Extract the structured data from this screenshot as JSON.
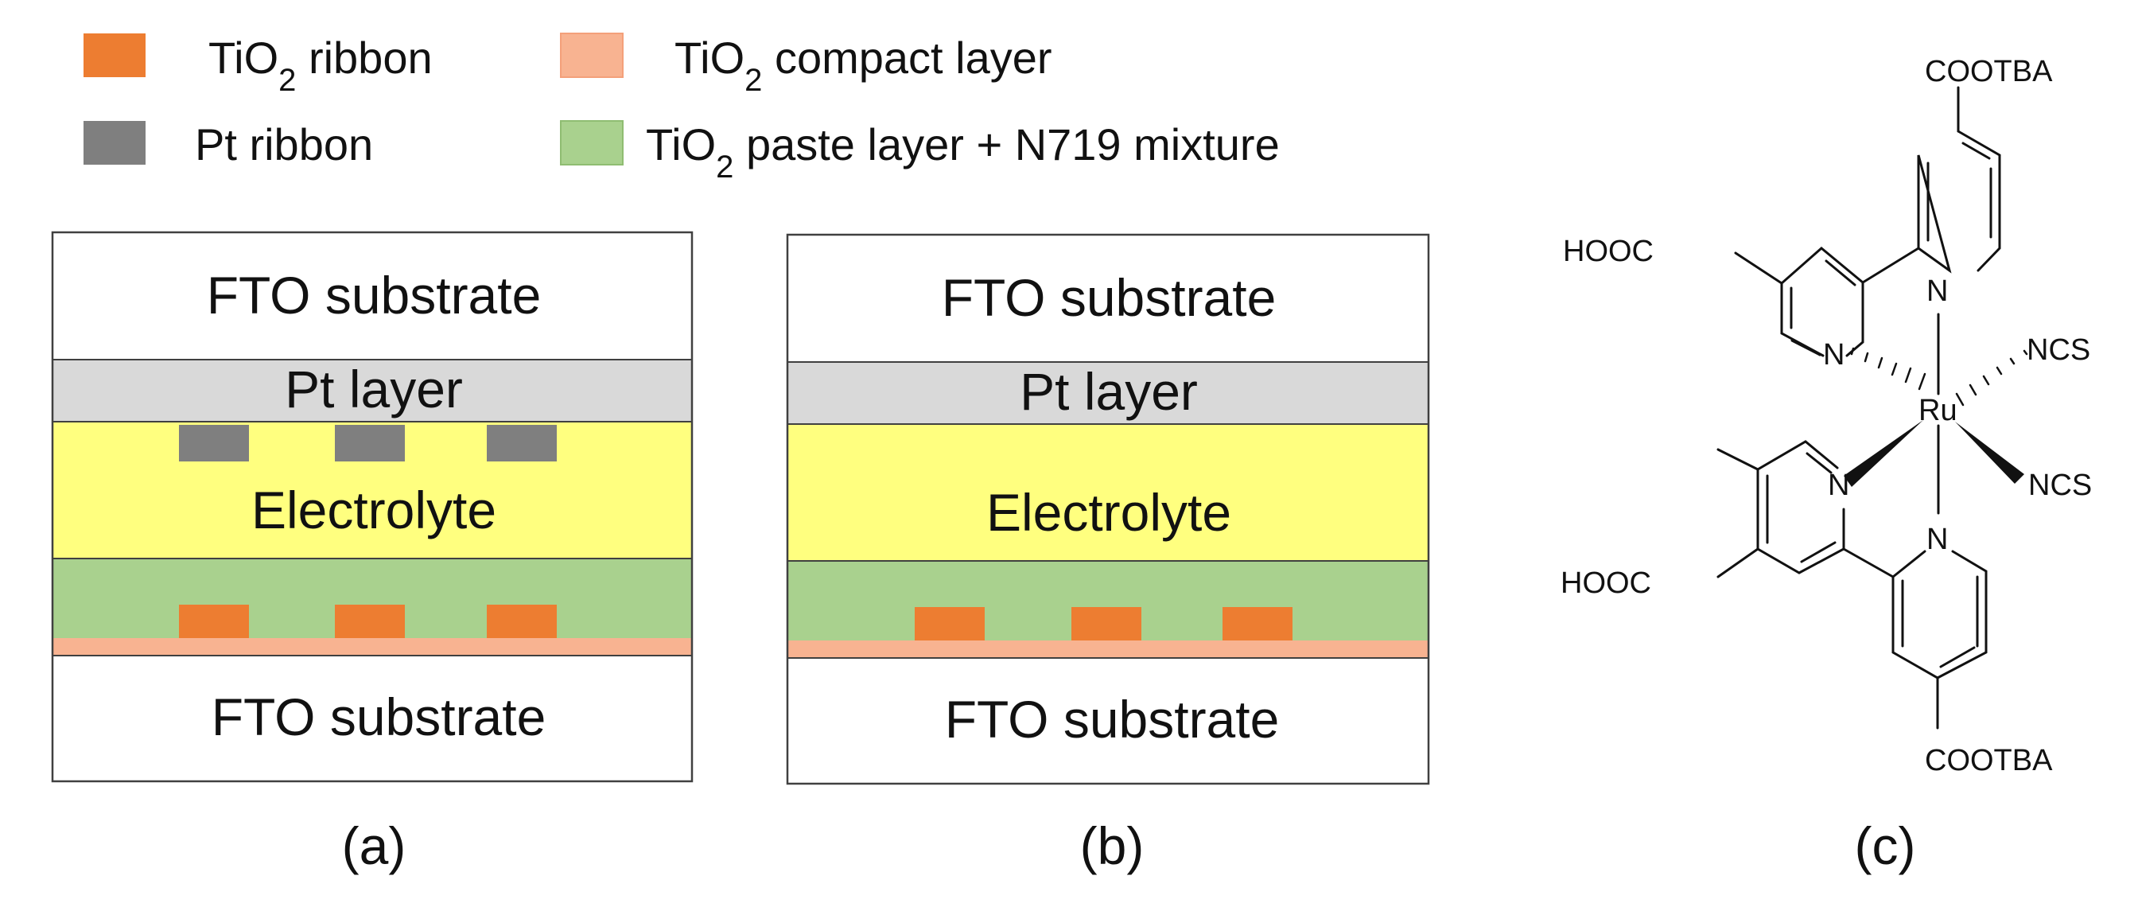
{
  "colors": {
    "tio2_ribbon": "#ed7d31",
    "pt_ribbon": "#7f7f7f",
    "tio2_compact": "#f8b391",
    "tio2_paste": "#a9d18e",
    "pt_layer": "#d9d9d9",
    "electrolyte": "#ffff7f",
    "substrate": "#ffffff",
    "outline": "#404040"
  },
  "legend": {
    "tio2_ribbon": {
      "base": "TiO",
      "sub": "2",
      "rest": " ribbon"
    },
    "tio2_compact": {
      "base": "TiO",
      "sub": "2",
      "rest": " compact layer"
    },
    "pt_ribbon": {
      "label": "Pt ribbon"
    },
    "tio2_paste": {
      "base": "TiO",
      "sub": "2",
      "rest": " paste layer + N719 mixture"
    }
  },
  "panel_a": {
    "top_substrate": "FTO substrate",
    "pt_layer": "Pt layer",
    "electrolyte": "Electrolyte",
    "bottom_substrate": "FTO substrate",
    "caption": "(a)"
  },
  "panel_b": {
    "top_substrate": "FTO substrate",
    "pt_layer": "Pt layer",
    "electrolyte": "Electrolyte",
    "bottom_substrate": "FTO substrate",
    "caption": "(b)"
  },
  "panel_c": {
    "top_group": "COOTBA",
    "bottom_group": "COOTBA",
    "left_top_group": "HOOC",
    "left_bottom_group": "HOOC",
    "metal": "Ru",
    "ligand_upper": "NCS",
    "ligand_lower": "NCS",
    "n1": "N",
    "n2": "N",
    "n3": "N",
    "n4": "N",
    "caption": "(c)"
  }
}
